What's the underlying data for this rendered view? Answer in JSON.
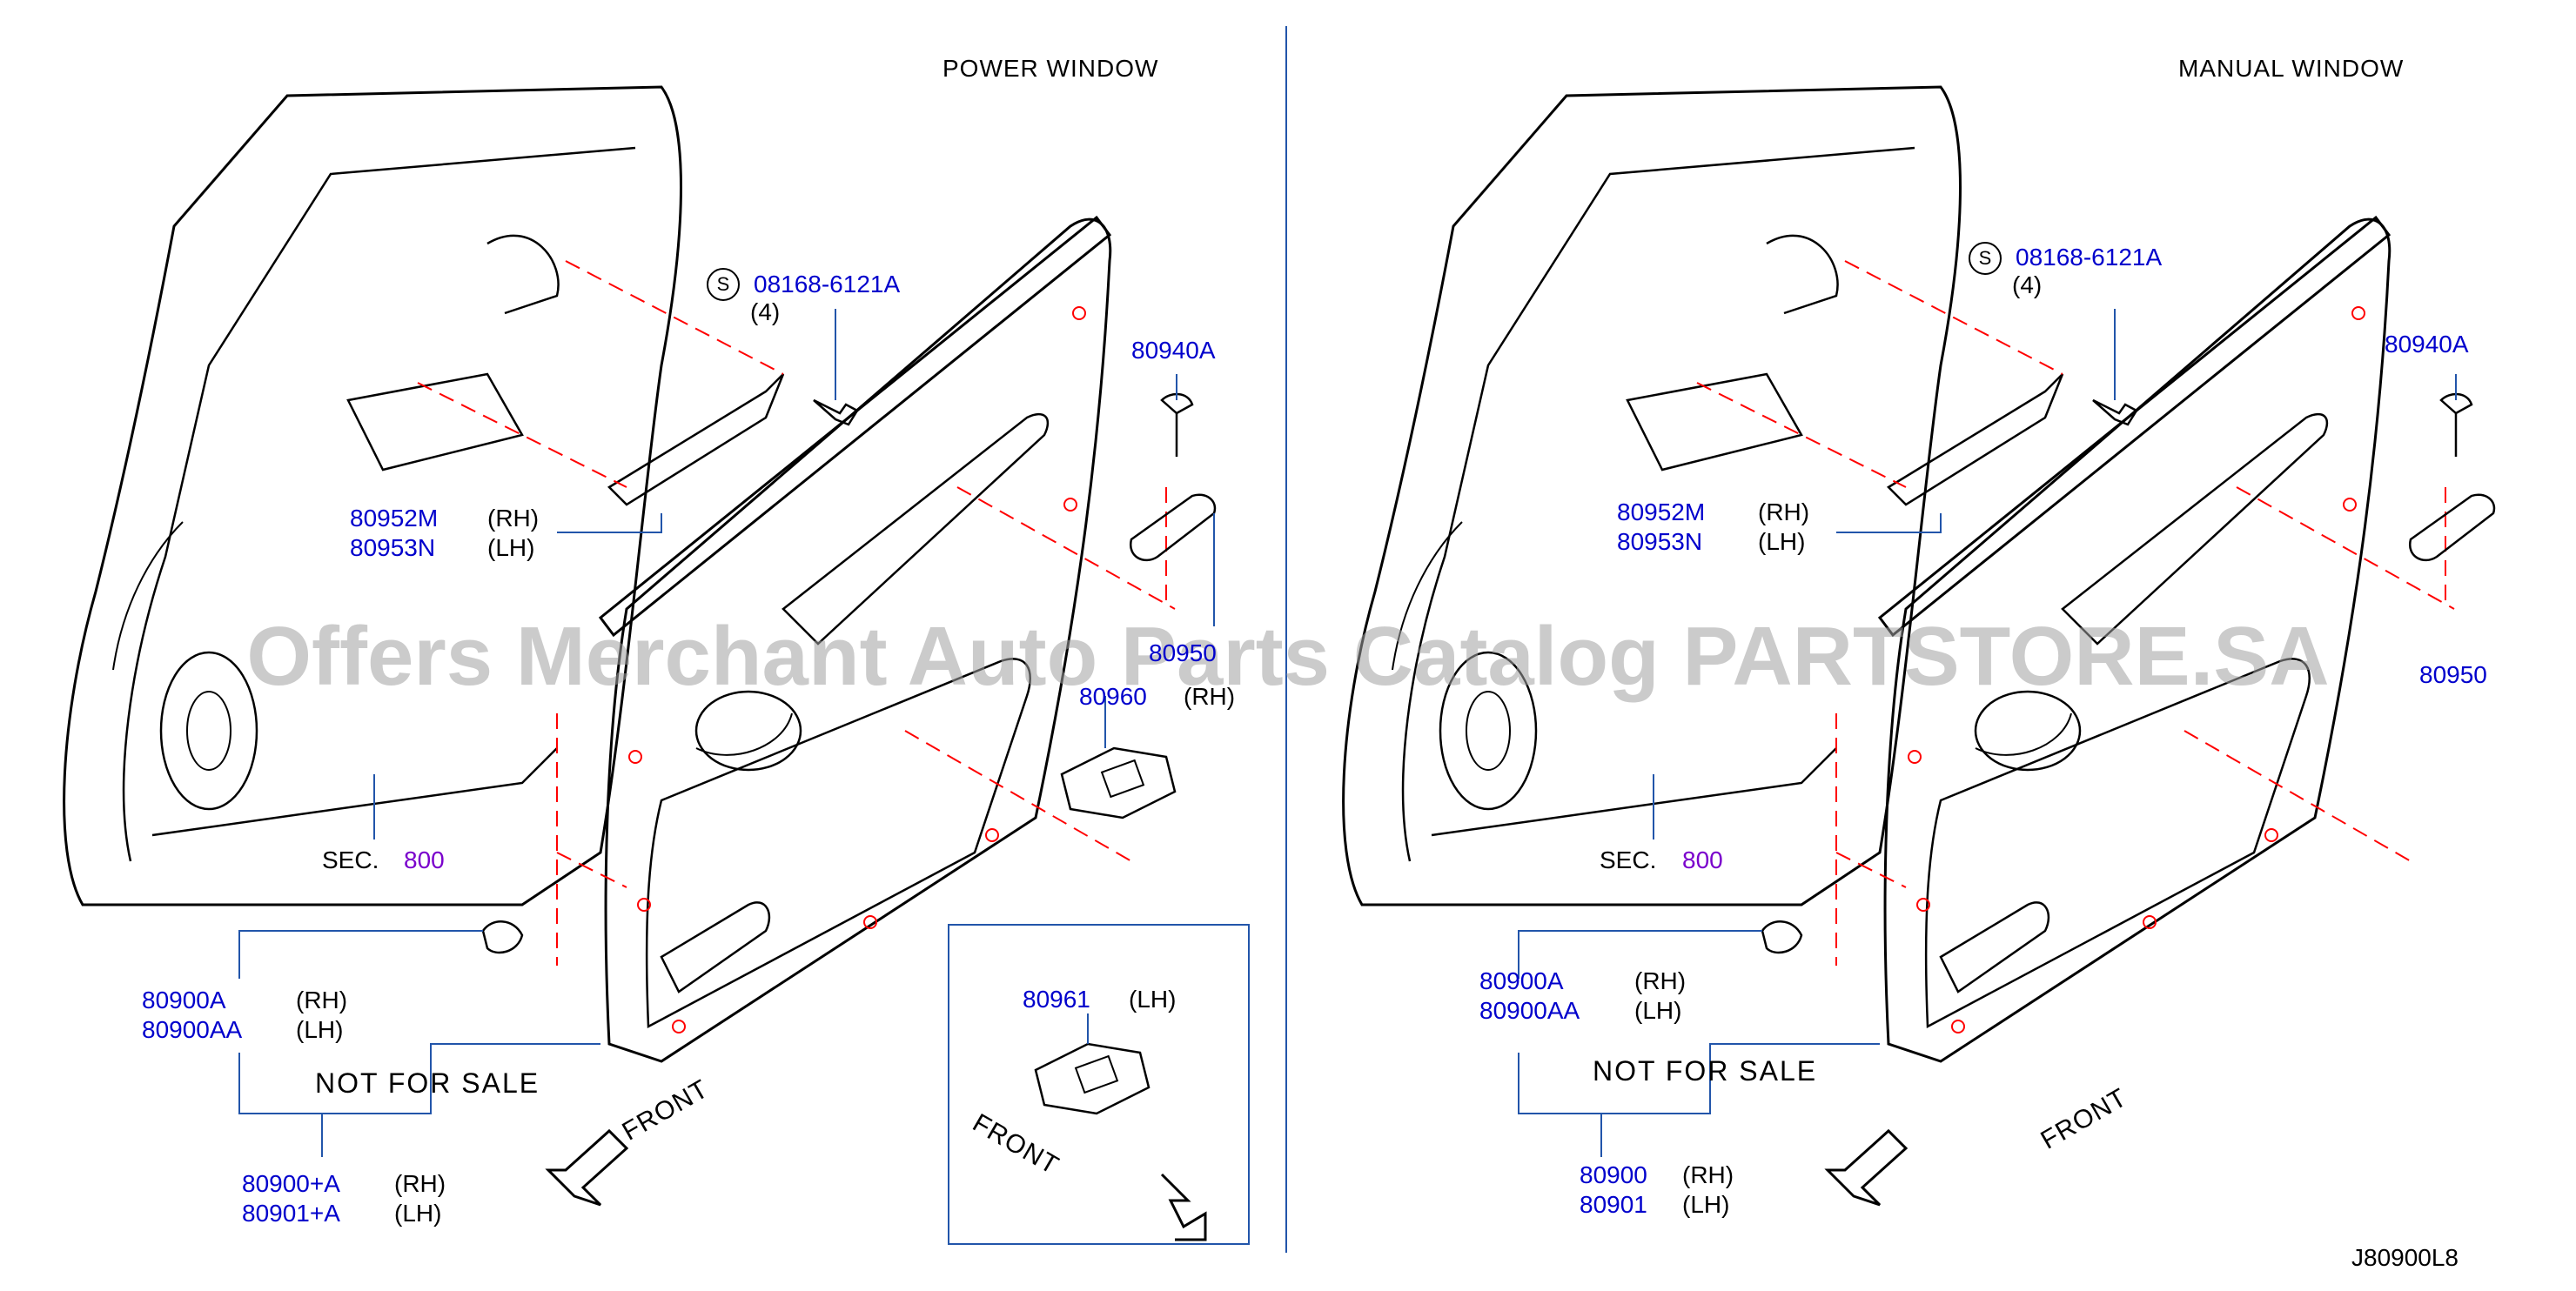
{
  "titles": {
    "left": "POWER  WINDOW",
    "right": "MANUAL  WINDOW"
  },
  "screw_symbol": "S",
  "left": {
    "screw_part": "08168-6121A",
    "screw_qty": "(4)",
    "clip_part": "80940A",
    "bracket_rh": "80952M",
    "bracket_rh_side": "(RH)",
    "bracket_lh": "80953N",
    "bracket_lh_side": "(LH)",
    "finisher_part": "80950",
    "switch_part": "80960",
    "switch_side": "(RH)",
    "sec_label": "SEC.",
    "sec_num": "800",
    "clip2_rh": "80900A",
    "clip2_rh_side": "(RH)",
    "clip2_lh": "80900AA",
    "clip2_lh_side": "(LH)",
    "not_for_sale": "NOT  FOR  SALE",
    "trim_rh": "80900+A",
    "trim_rh_side": "(RH)",
    "trim_lh": "80901+A",
    "trim_lh_side": "(LH)",
    "front": "FRONT",
    "inset_part": "80961",
    "inset_side": "(LH)",
    "inset_front": "FRONT"
  },
  "right": {
    "screw_part": "08168-6121A",
    "screw_qty": "(4)",
    "clip_part": "80940A",
    "bracket_rh": "80952M",
    "bracket_rh_side": "(RH)",
    "bracket_lh": "80953N",
    "bracket_lh_side": "(LH)",
    "finisher_part": "80950",
    "sec_label": "SEC.",
    "sec_num": "800",
    "clip2_rh": "80900A",
    "clip2_rh_side": "(RH)",
    "clip2_lh": "80900AA",
    "clip2_lh_side": "(LH)",
    "not_for_sale": "NOT  FOR  SALE",
    "trim_rh": "80900",
    "trim_rh_side": "(RH)",
    "trim_lh": "80901",
    "trim_lh_side": "(LH)",
    "front": "FRONT"
  },
  "diagram_code": "J80900L8",
  "watermark": "Offers Merchant Auto Parts Catalog PARTSTORE.SA",
  "colors": {
    "line": "#000000",
    "leader": "#2255aa",
    "part_number": "#0000cc",
    "section": "#7a00cc",
    "dashed": "#ff0000"
  }
}
